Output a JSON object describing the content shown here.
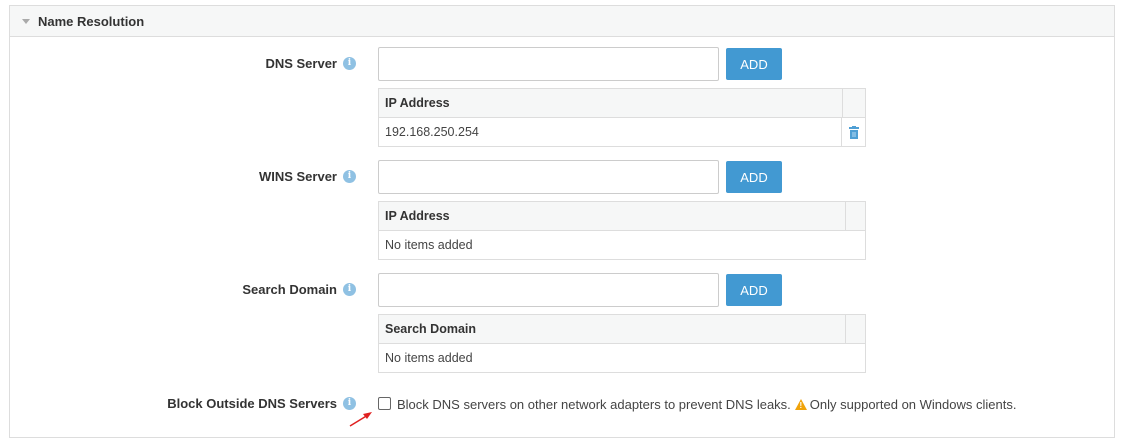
{
  "panel": {
    "title": "Name Resolution"
  },
  "dns": {
    "label": "DNS Server",
    "input_value": "",
    "add_label": "ADD",
    "table_header": "IP Address",
    "rows": [
      {
        "value": "192.168.250.254"
      }
    ]
  },
  "wins": {
    "label": "WINS Server",
    "input_value": "",
    "add_label": "ADD",
    "table_header": "IP Address",
    "empty_text": "No items added"
  },
  "search_domain": {
    "label": "Search Domain",
    "input_value": "",
    "add_label": "ADD",
    "table_header": "Search Domain",
    "empty_text": "No items added"
  },
  "block_dns": {
    "label": "Block Outside DNS Servers",
    "checked": false,
    "checkbox_text": "Block DNS servers on other network adapters to prevent DNS leaks.",
    "warning_text": "Only supported on Windows clients."
  },
  "colors": {
    "accent": "#4299d2",
    "info_icon": "#8fc1e3",
    "warning": "#f0a30a",
    "annotation_arrow": "#e02020"
  }
}
